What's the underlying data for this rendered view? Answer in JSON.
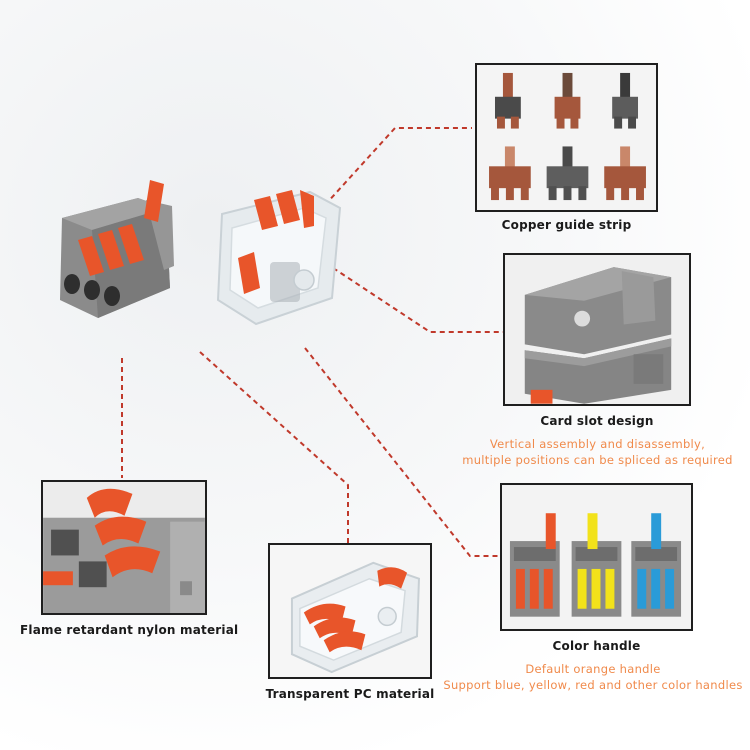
{
  "features": {
    "copper": {
      "caption": "Copper guide strip"
    },
    "card_slot": {
      "caption": "Card slot design",
      "desc_line1": "Vertical assembly and disassembly,",
      "desc_line2": "multiple positions can be spliced as required"
    },
    "color_handle": {
      "caption": "Color handle",
      "desc_line1": "Default orange handle",
      "desc_line2": "Support blue, yellow, red and other color handles"
    },
    "flame": {
      "caption": "Flame retardant nylon material"
    },
    "transparent": {
      "caption": "Transparent PC material"
    }
  },
  "colors": {
    "orange_handle": "#e8552a",
    "gray_body": "#8a8a8a",
    "yellow_handle": "#f2e21a",
    "blue_handle": "#2a9bd8",
    "dashed_line": "#c0392b",
    "desc_text": "#f08a4b",
    "copper": "#a5573c"
  }
}
